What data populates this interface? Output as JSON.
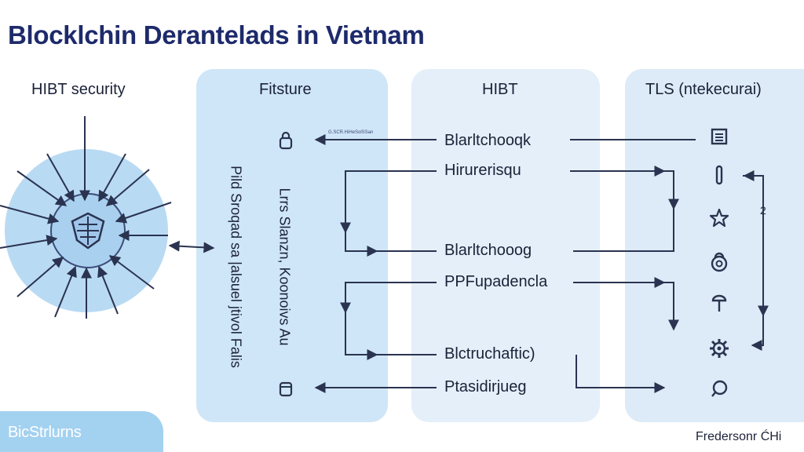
{
  "title": "Blocklchin Derantelads in Vietnam",
  "columns": {
    "security": "HIBT security",
    "features": "Fitsture",
    "hibt": "HIBT",
    "tls": "TLS (ntekecurai)"
  },
  "features": {
    "vertical_text_1": "Pild Sroqad sa |alsuel jtivol Falis",
    "vertical_text_2": "Lrrs Slanzn, Koonoivs Au"
  },
  "hibt_nodes": [
    "Blarltchooqk",
    "Hirurerisqu",
    "Blarltchooog",
    "PPFupadencla",
    "Blctruchaftic)",
    "Ptasidirjueg"
  ],
  "tiny_note": "G.SCR.HiHeSolSSan",
  "side_number": "2",
  "icons": {
    "features": [
      "lock-icon",
      "database-icon"
    ],
    "tls": [
      "document-icon",
      "key-icon",
      "star-icon",
      "padlock-icon",
      "pin-icon",
      "gear-icon",
      "search-icon"
    ],
    "hub": "shield-icon"
  },
  "badge": "BicStrlurns",
  "credit": "Fredersonr ĆHi",
  "colors": {
    "title": "#1d2a6b",
    "panel_features": "#cfe6f8",
    "panel_hibt": "#e4eff9",
    "panel_tls": "#dcebf7",
    "hub": "#b9daf3",
    "badge": "#a3d1f0",
    "lines": "#2a3350"
  }
}
